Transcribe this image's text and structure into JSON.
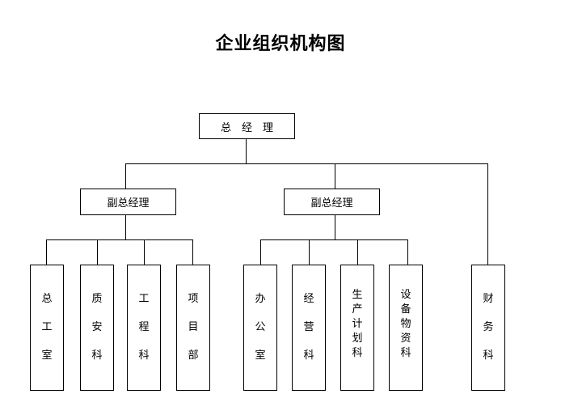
{
  "title": "企业组织机构图",
  "general_manager": "总　经　理",
  "deputy_left": "副总经理",
  "deputy_right": "副总经理",
  "departments": {
    "zong_gong": "总工室",
    "zhi_an": "质安科",
    "gong_cheng": "工程科",
    "xiang_mu": "项目部",
    "ban_gong": "办公室",
    "jing_ying": "经营科",
    "sheng_chan": "生产计划科",
    "she_bei": "设备物资科",
    "cai_wu": "财务科"
  }
}
